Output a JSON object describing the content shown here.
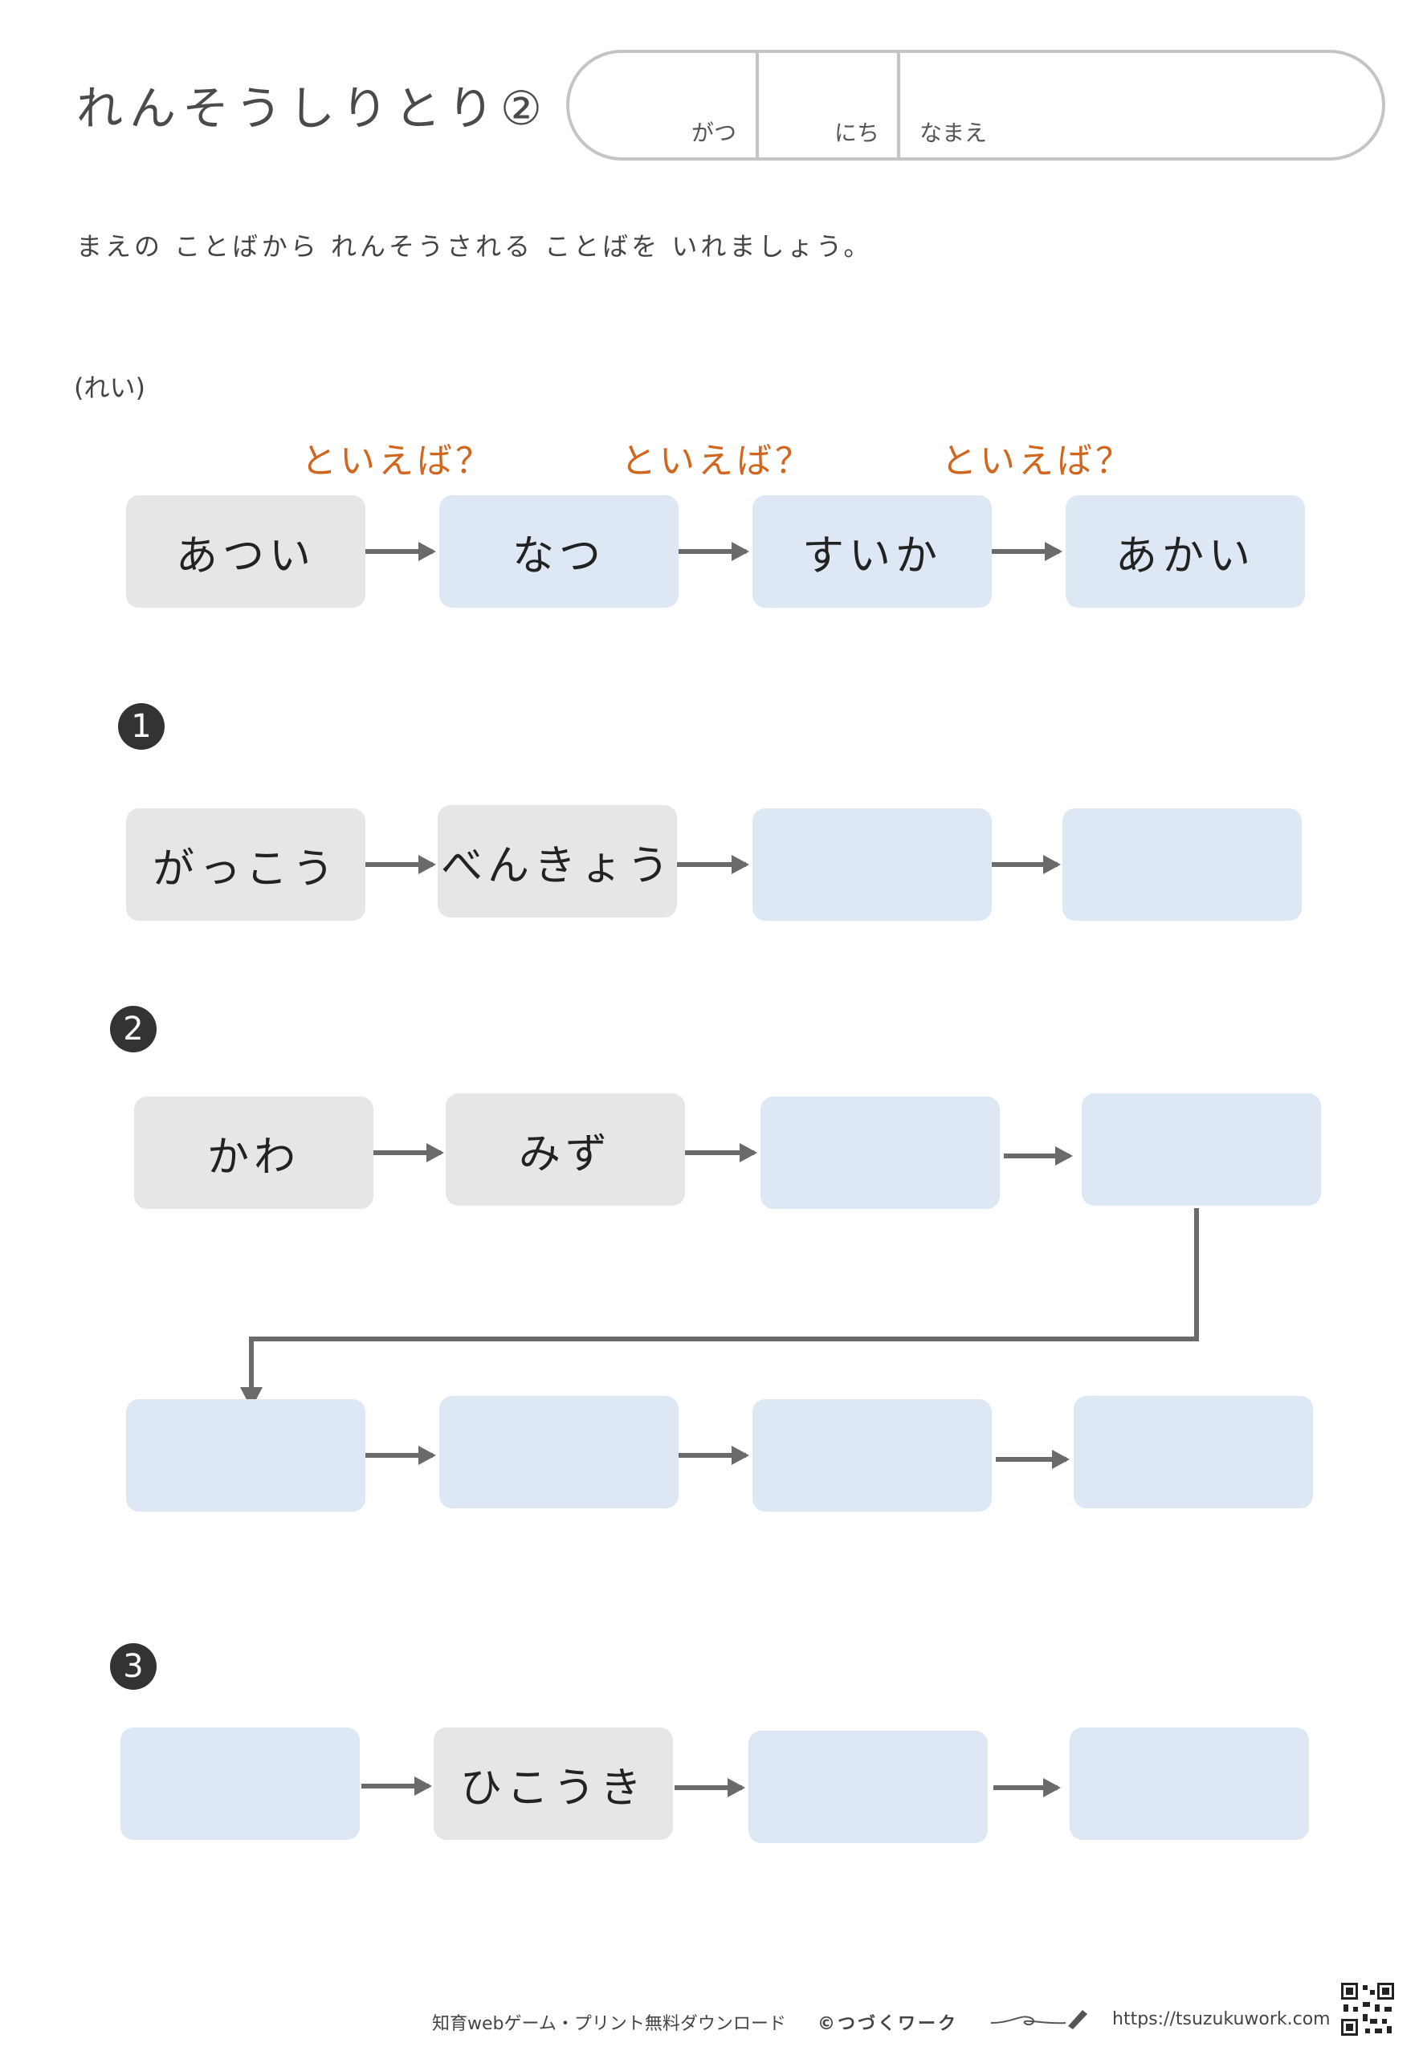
{
  "title": "れんそうしりとり②",
  "namebox": {
    "month_label": "がつ",
    "day_label": "にち",
    "name_label": "なまえ"
  },
  "instruction": "まえの ことばから れんそうされる ことばを いれましょう。",
  "example": {
    "label": "(れい)",
    "hint": "といえば？",
    "words": [
      "あつい",
      "なつ",
      "すいか",
      "あかい"
    ]
  },
  "questions": [
    {
      "number": "1",
      "words": [
        "がっこう",
        "べんきょう",
        "",
        ""
      ]
    },
    {
      "number": "2",
      "words": [
        "かわ",
        "みず",
        "",
        "",
        "",
        "",
        "",
        ""
      ]
    },
    {
      "number": "3",
      "words": [
        "",
        "ひこうき",
        "",
        ""
      ]
    }
  ],
  "footer": {
    "text": "知育webゲーム・プリント無料ダウンロード",
    "brand": "©つづくワーク",
    "url": "https://tsuzukuwork.com"
  },
  "colors": {
    "hint": "#d1661f",
    "given_box": "#e6e6e5",
    "blank_box": "#dde8f4",
    "arrow": "#6a6a6a"
  }
}
